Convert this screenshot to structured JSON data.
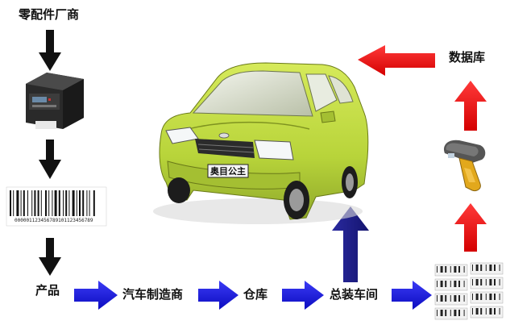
{
  "diagram": {
    "nodes": {
      "supplier": "零配件厂商",
      "product": "产品",
      "manufacturer": "汽车制造商",
      "warehouse": "仓库",
      "assembly": "总装车间",
      "database": "数据库"
    },
    "barcode_number": "000001123456789101123456789",
    "license_plate": "奥目公主",
    "colors": {
      "down_arrow": "#111111",
      "flow_arrow": "#1a1ae6",
      "feedback_arrow": "#ee1111",
      "car_body": "#b8d43a"
    },
    "icons": [
      "label-printer-icon",
      "barcode-icon",
      "car-image",
      "barcode-scanner-icon",
      "barcode-stack-icon"
    ]
  }
}
